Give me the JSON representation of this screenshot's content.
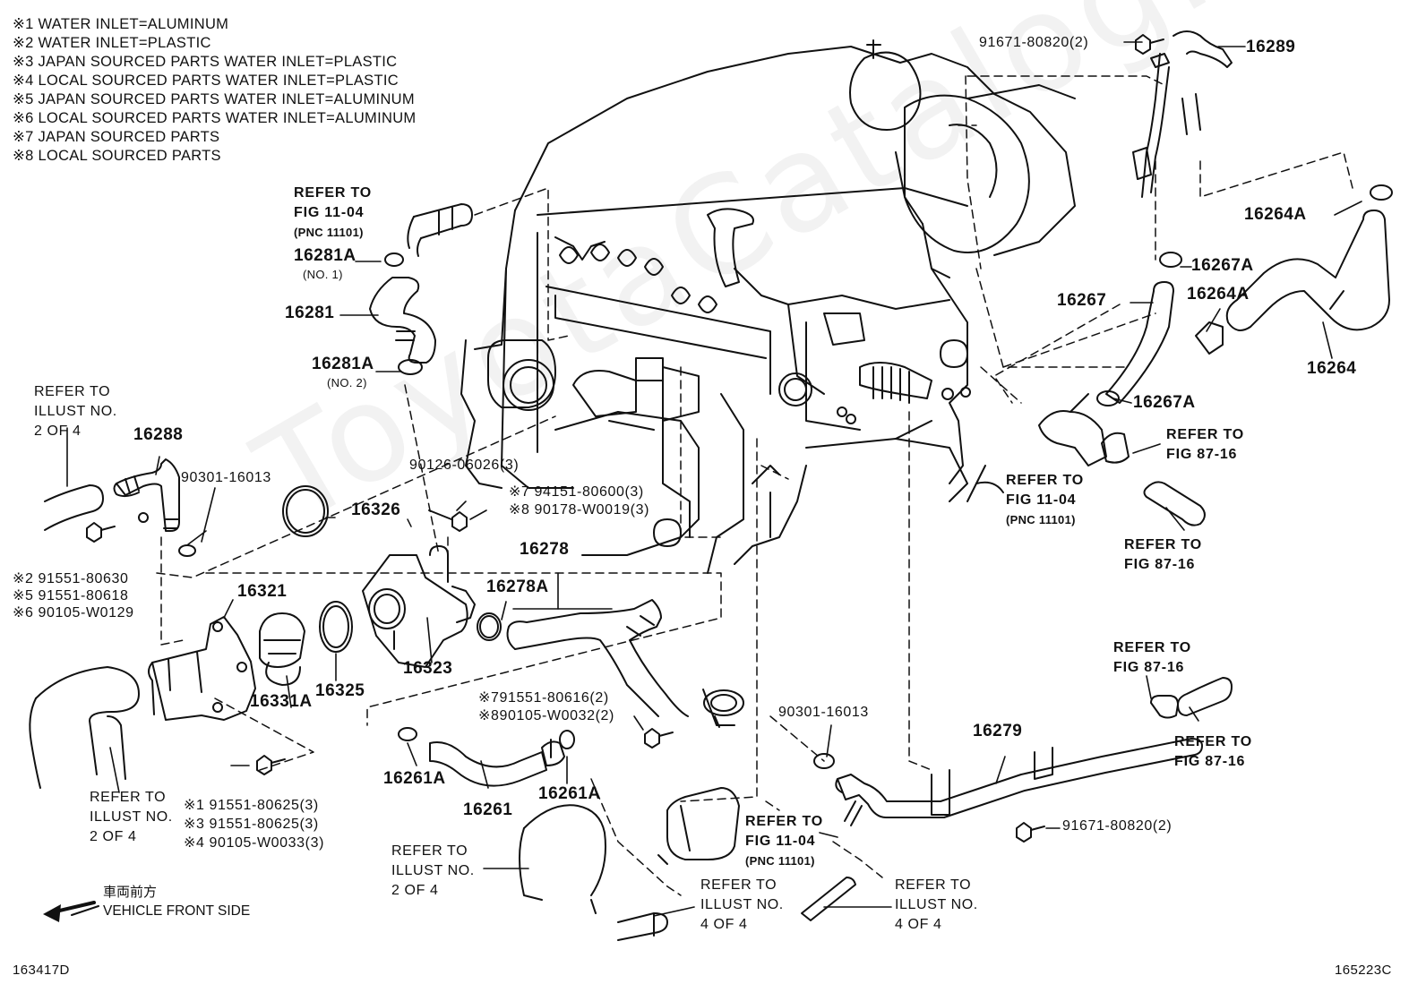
{
  "notes": [
    "※1 WATER INLET=ALUMINUM",
    "※2 WATER INLET=PLASTIC",
    "※3  JAPAN SOURCED PARTS  WATER INLET=PLASTIC",
    "※4  LOCAL SOURCED PARTS  WATER INLET=PLASTIC",
    "※5  JAPAN SOURCED PARTS  WATER INLET=ALUMINUM",
    "※6  LOCAL SOURCED PARTS  WATER INLET=ALUMINUM",
    "※7  JAPAN SOURCED PARTS",
    "※8  LOCAL SOURCED PARTS"
  ],
  "refs": {
    "r1": [
      "REFER TO",
      "FIG 11-04",
      "(PNC 11101)"
    ],
    "r2": [
      "REFER TO",
      "ILLUST NO.",
      "2 OF 4"
    ],
    "r3": [
      "REFER TO",
      "FIG 11-04",
      "(PNC 11101)"
    ],
    "r4": [
      "REFER TO",
      "FIG 87-16"
    ],
    "r5": [
      "REFER TO",
      "FIG 87-16"
    ],
    "r6": [
      "REFER TO",
      "FIG 87-16"
    ],
    "r7": [
      "REFER TO",
      "FIG 87-16"
    ],
    "r8": [
      "REFER TO",
      "ILLUST NO.",
      "2 OF 4"
    ],
    "r9": [
      "REFER TO",
      "ILLUST NO.",
      "2 OF 4"
    ],
    "r10": [
      "REFER TO",
      "FIG 11-04",
      "(PNC 11101)"
    ],
    "r11": [
      "REFER TO",
      "ILLUST NO.",
      "4 OF 4"
    ],
    "r12": [
      "REFER TO",
      "ILLUST NO.",
      "4 OF 4"
    ]
  },
  "parts": {
    "p16281A_1": "16281A",
    "p16281A_1_sub": "(NO. 1)",
    "p16281": "16281",
    "p16281A_2": "16281A",
    "p16281A_2_sub": "(NO. 2)",
    "p16288": "16288",
    "p90301_a": "90301-16013",
    "p16326": "16326",
    "p90126": "90126-06026(3)",
    "p94151": "※7 94151-80600(3)",
    "p90178": "※8 90178-W0019(3)",
    "p16278": "16278",
    "p16278A": "16278A",
    "p16321": "16321",
    "p16331A": "16331A",
    "p16325": "16325",
    "p16323": "16323",
    "p91551_616": "※791551-80616(2)",
    "p90105_w0032": "※890105-W0032(2)",
    "p90301_b": "90301-16013",
    "p16261A_a": "16261A",
    "p16261": "16261",
    "p16261A_b": "16261A",
    "p16279": "16279",
    "p91671_b": "91671-80820(2)",
    "p91671_a": "91671-80820(2)",
    "p16289": "16289",
    "p16264A_a": "16264A",
    "p16267A_a": "16267A",
    "p16267": "16267",
    "p16264A_b": "16264A",
    "p16264": "16264",
    "p16267A_b": "16267A",
    "p91551_630": "※2 91551-80630",
    "p91551_618": "※5 91551-80618",
    "p90105_w0129": "※6 90105-W0129",
    "p91551_625a": "※1 91551-80625(3)",
    "p91551_625b": "※3 91551-80625(3)",
    "p90105_w0033": "※4 90105-W0033(3)"
  },
  "direction": {
    "jp": "車両前方",
    "en": "VEHICLE FRONT SIDE"
  },
  "codes": {
    "left": "163417D",
    "right": "165223C"
  },
  "watermark": "ToyotaCatalog.ru"
}
